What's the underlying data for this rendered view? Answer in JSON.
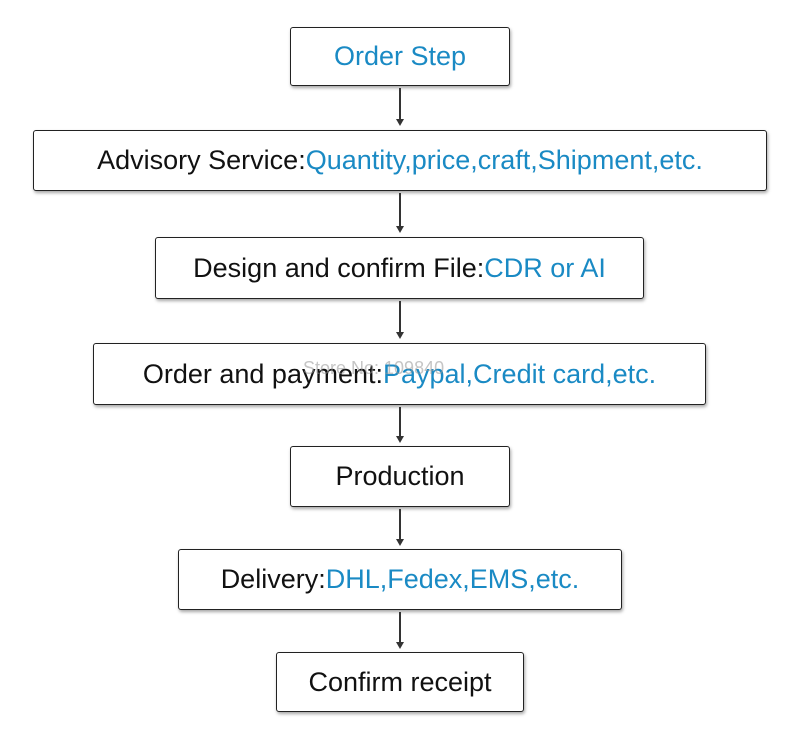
{
  "colors": {
    "text_dark": "#111111",
    "text_accent": "#1a8ac4",
    "border": "#222222"
  },
  "steps": [
    {
      "label": "",
      "value": "Order Step"
    },
    {
      "label": "Advisory Service:",
      "value": "Quantity,price,craft,Shipment,etc."
    },
    {
      "label": "Design and confirm File:",
      "value": "CDR or AI"
    },
    {
      "label": "Order and payment:",
      "value": "Paypal,Credit card,etc."
    },
    {
      "label": "Production",
      "value": ""
    },
    {
      "label": "Delivery:",
      "value": "DHL,Fedex,EMS,etc."
    },
    {
      "label": "Confirm receipt",
      "value": ""
    }
  ],
  "watermark": "Store No: 109840"
}
